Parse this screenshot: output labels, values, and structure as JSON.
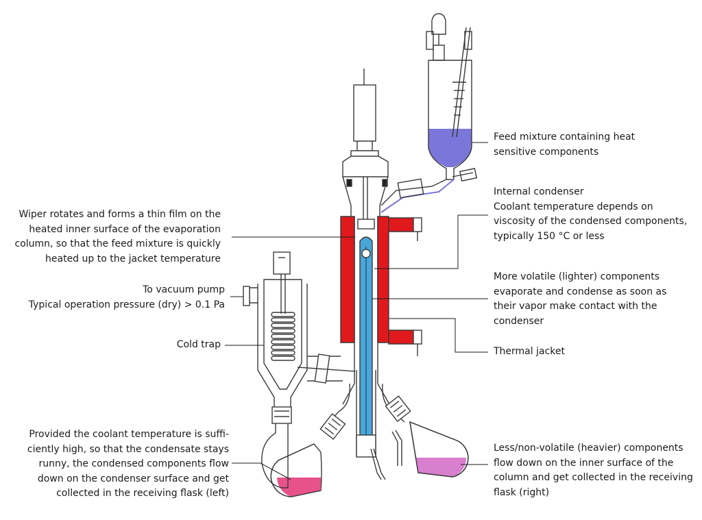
{
  "labels": {
    "feed": [
      "Feed mixture containing heat",
      "sensitive components"
    ],
    "condenser": [
      "Internal condenser",
      "Coolant temperature depends on",
      "viscosity of the condensed components,",
      "typically 150 °C or less"
    ],
    "wiper": [
      "Wiper rotates and forms a thin film on the",
      "heated inner surface of the evaporation",
      "column, so that the feed mixture is quickly",
      "heated up to the jacket temperature"
    ],
    "volatile": [
      "More volatile (lighter) components",
      "evaporate and condense as soon as",
      "their vapor make contact with the",
      "condenser"
    ],
    "vacuum": [
      "To vacuum pump",
      "Typical operation pressure (dry) > 0.1 Pa"
    ],
    "jacket": [
      "Thermal jacket"
    ],
    "coldtrap": [
      "Cold trap"
    ],
    "distillate": [
      "Provided the coolant temperature is suffi-",
      "ciently high, so that the condensate stays",
      "runny, the condensed components flow",
      "down on the condenser surface  and get",
      "collected in the receiving flask (left)"
    ],
    "residue": [
      "Less/non-volatile (heavier) components",
      "flow down on the inner surface of the",
      "column and get collected in the receiving",
      "flask (right)"
    ]
  },
  "colors": {
    "feed_liquid": "#7b76d9",
    "jacket": "#e0191c",
    "condenser": "#4aa6d6",
    "distillate": "#e8528a",
    "residue": "#d97fcf",
    "glass": "#3a3a3a"
  }
}
